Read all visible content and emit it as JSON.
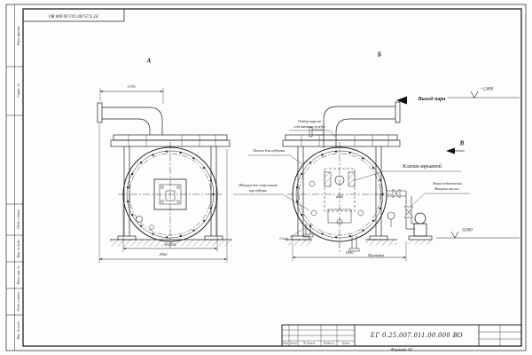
{
  "doc": {
    "number": "ЕГ 0.25.007.011.00.000  ВО",
    "format_label": "Формат А3"
  },
  "titleblock": {
    "col_izm": "Изм.",
    "col_list": "Лист",
    "col_docnum": "№ докум.",
    "col_sign": "Подпись",
    "col_date": "Дата"
  },
  "stamp_left": {
    "cell_0": "Перв. примен.",
    "cell_1": "Справ. №",
    "cell_2": "Подп. и дата",
    "cell_3": "Инв. № дубл.",
    "cell_4": "Взам. инв. №",
    "cell_5": "Подп. и дата",
    "cell_6": "Инв. № подл."
  },
  "views": {
    "a": "А",
    "b": "Б",
    "v": "В"
  },
  "annotations": {
    "steam_outlet": "Выход пара",
    "elev_top": "+2,800",
    "elev_zero": "0,000",
    "explosion_valve": "Клапан взрывной",
    "extraction_line1": "Отбор пара на",
    "extraction_line2": "собственные нужды",
    "blow_hatch": "Лючок для обдувки",
    "sludge_line1": "Штуцер для слива шлама",
    "sludge_line2": "при обдувке",
    "pump_line1": "Линия подключения",
    "pump_line2": "Второго насоса",
    "drain": "Слив",
    "blowdown": "Продувка"
  },
  "dimensions": {
    "pipe_length": "1370",
    "vessel_dia": "Ø1920",
    "overall_width": "2950",
    "view_b_width": "1830",
    "inner_dia": "ø500"
  }
}
